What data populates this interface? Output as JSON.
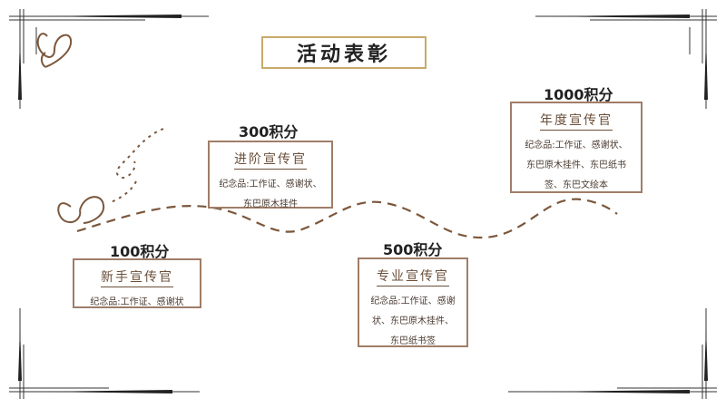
{
  "title": "活动表彰",
  "levels": [
    {
      "points": "100积分",
      "name": "新手宣传官",
      "desc_lines": [
        "纪念品:工作证、感谢状"
      ]
    },
    {
      "points": "300积分",
      "name": "进阶宣传官",
      "desc_lines": [
        "纪念品:工作证、感谢状、",
        "东巴原木挂件"
      ]
    },
    {
      "points": "500积分",
      "name": "专业宣传官",
      "desc_lines": [
        "纪念品:工作证、感谢",
        "状、东巴原木挂件、",
        "东巴纸书签"
      ]
    },
    {
      "points": "1000积分",
      "name": "年度宣传官",
      "desc_lines": [
        "纪念品:工作证、感谢状、",
        "东巴原木挂件、东巴纸书",
        "签、东巴文绘本"
      ]
    }
  ],
  "colors": {
    "border": "#a07d68",
    "title_border": "#c8aa6a",
    "path": "#7b573c",
    "text": "#222222"
  }
}
